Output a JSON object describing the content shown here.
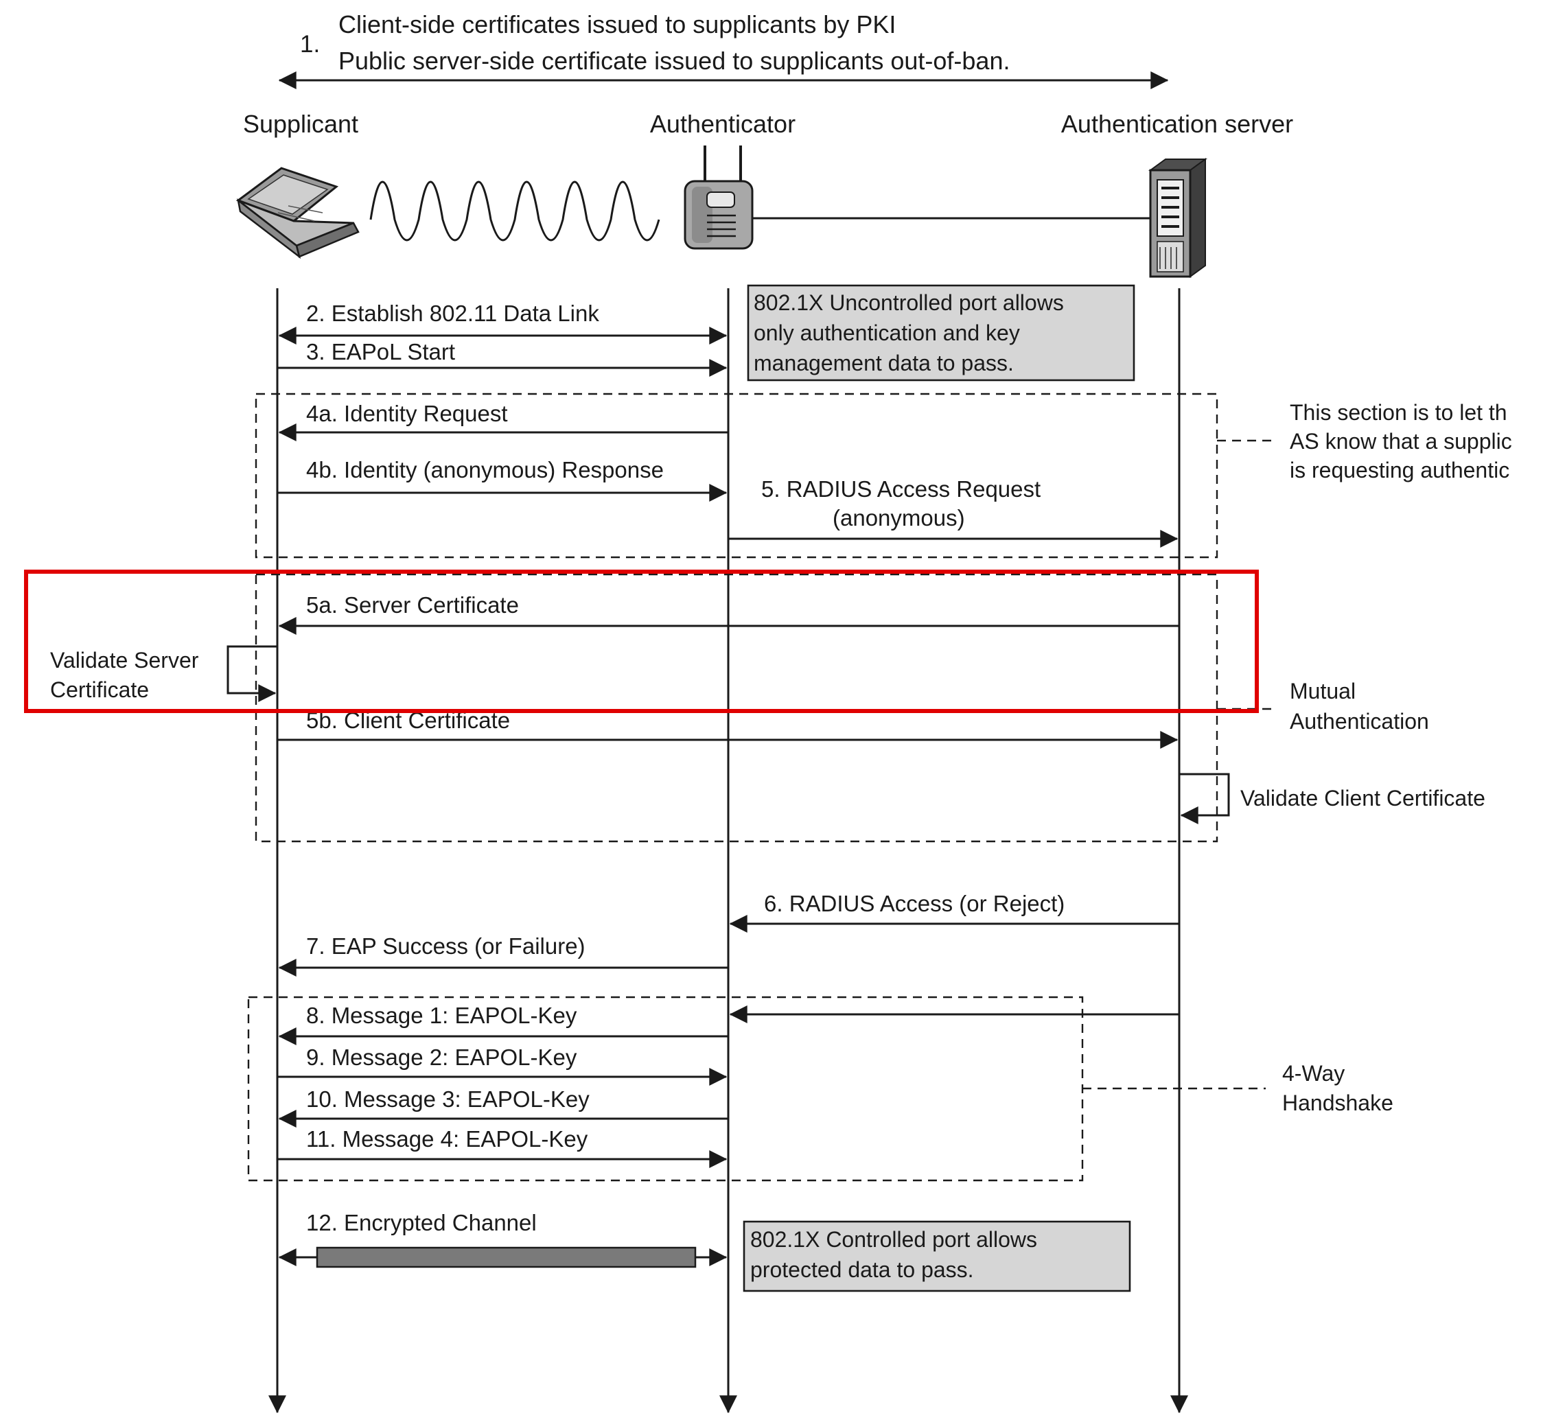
{
  "step1": {
    "number": "1.",
    "line1": "Client-side certificates issued to supplicants by PKI",
    "line2": "Public server-side certificate issued to supplicants out-of-ban."
  },
  "actors": {
    "supplicant": "Supplicant",
    "authenticator": "Authenticator",
    "server": "Authentication server"
  },
  "icons": {
    "supplicant": "laptop-icon",
    "wireless": "wireless-wave-icon",
    "authenticator": "access-point-icon",
    "server": "server-tower-icon"
  },
  "messages": {
    "m2": "2. Establish 802.11 Data Link",
    "m3": "3. EAPoL Start",
    "m4a": "4a. Identity Request",
    "m4b": "4b. Identity (anonymous) Response",
    "m5_line1": "5. RADIUS Access Request",
    "m5_line2": "(anonymous)",
    "m5a": "5a. Server Certificate",
    "m5b": "5b. Client Certificate",
    "m6": "6. RADIUS Access (or Reject)",
    "m7": "7. EAP Success (or Failure)",
    "m8": "8. Message 1: EAPOL-Key",
    "m9": "9. Message 2: EAPOL-Key",
    "m10": "10. Message 3: EAPOL-Key",
    "m11": "11. Message 4: EAPOL-Key",
    "m12": "12. Encrypted Channel"
  },
  "notes": {
    "uncontrolled_line1": "802.1X Uncontrolled port allows",
    "uncontrolled_line2": "only authentication and key",
    "uncontrolled_line3": "management data to pass.",
    "controlled_line1": "802.1X Controlled port allows",
    "controlled_line2": "protected data to pass."
  },
  "side_labels": {
    "section_line1": "This section is to let th",
    "section_line2": "AS know that a supplic",
    "section_line3": "is requesting authentic",
    "mutual_line1": "Mutual",
    "mutual_line2": "Authentication",
    "validate_client": "Validate Client Certificate",
    "validate_server_line1": "Validate Server",
    "validate_server_line2": "Certificate",
    "handshake_line1": "4-Way",
    "handshake_line2": "Handshake"
  },
  "colors": {
    "highlight": "#e00000",
    "note_fill": "#d6d6d6",
    "channel_fill": "#7a7a7a"
  }
}
